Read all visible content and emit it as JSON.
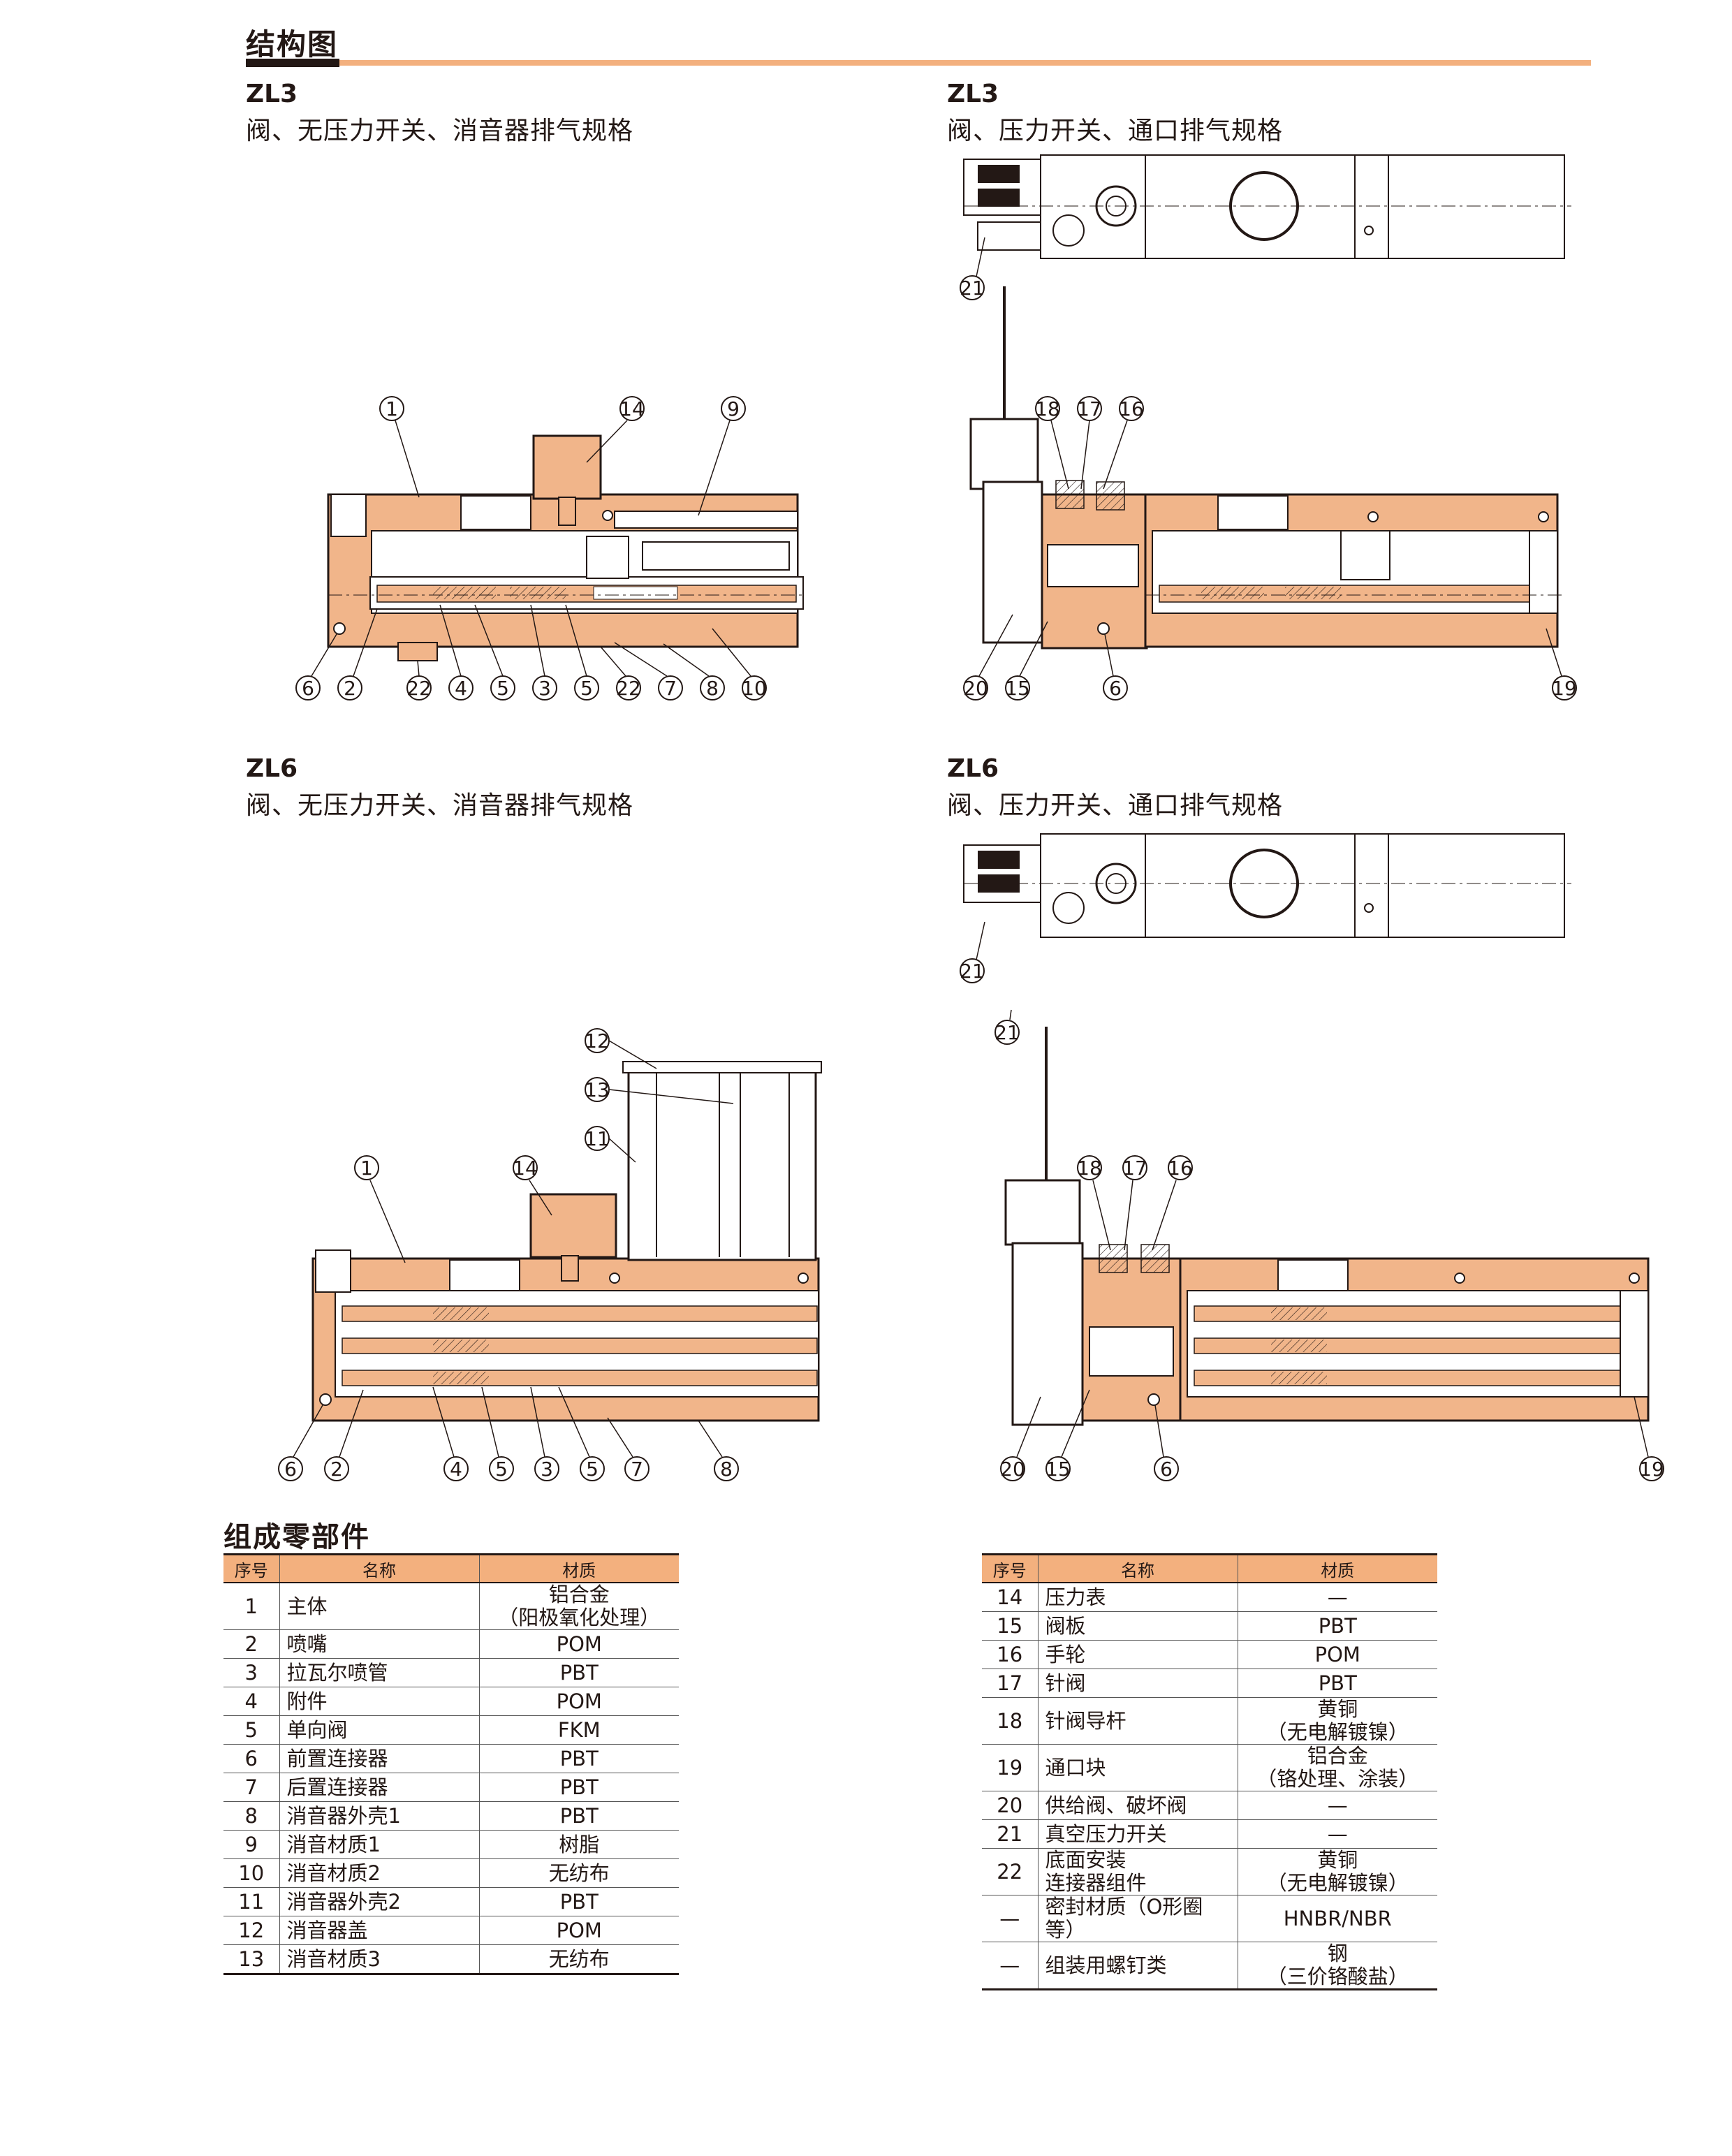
{
  "header": {
    "title": "结构图"
  },
  "diagrams": [
    {
      "model": "ZL3",
      "subtitle": "阀、无压力开关、消音器排气规格"
    },
    {
      "model": "ZL3",
      "subtitle": "阀、压力开关、通口排气规格"
    },
    {
      "model": "ZL6",
      "subtitle": "阀、无压力开关、消音器排气规格"
    },
    {
      "model": "ZL6",
      "subtitle": "阀、压力开关、通口排气规格"
    }
  ],
  "callouts": {
    "d1": [
      "1",
      "14",
      "9",
      "6",
      "2",
      "22",
      "4",
      "5",
      "3",
      "5",
      "22",
      "7",
      "8",
      "10"
    ],
    "d2": [
      "21",
      "18",
      "17",
      "16",
      "20",
      "15",
      "6",
      "19"
    ],
    "d3": [
      "12",
      "13",
      "11",
      "1",
      "14",
      "6",
      "2",
      "4",
      "5",
      "3",
      "5",
      "7",
      "8"
    ],
    "d4": [
      "21",
      "21",
      "18",
      "17",
      "16",
      "20",
      "15",
      "6",
      "19"
    ]
  },
  "parts_section": {
    "title": "组成零部件",
    "headers": {
      "no": "序号",
      "name": "名称",
      "material": "材质"
    },
    "table_left": [
      {
        "no": "1",
        "name": "主体",
        "material": "铝合金",
        "material2": "（阳极氧化处理）"
      },
      {
        "no": "2",
        "name": "喷嘴",
        "material": "POM"
      },
      {
        "no": "3",
        "name": "拉瓦尔喷管",
        "material": "PBT"
      },
      {
        "no": "4",
        "name": "附件",
        "material": "POM"
      },
      {
        "no": "5",
        "name": "单向阀",
        "material": "FKM"
      },
      {
        "no": "6",
        "name": "前置连接器",
        "material": "PBT"
      },
      {
        "no": "7",
        "name": "后置连接器",
        "material": "PBT"
      },
      {
        "no": "8",
        "name": "消音器外壳1",
        "material": "PBT"
      },
      {
        "no": "9",
        "name": "消音材质1",
        "material": "树脂"
      },
      {
        "no": "10",
        "name": "消音材质2",
        "material": "无纺布"
      },
      {
        "no": "11",
        "name": "消音器外壳2",
        "material": "PBT"
      },
      {
        "no": "12",
        "name": "消音器盖",
        "material": "POM"
      },
      {
        "no": "13",
        "name": "消音材质3",
        "material": "无纺布"
      }
    ],
    "table_right": [
      {
        "no": "14",
        "name": "压力表",
        "material": "—"
      },
      {
        "no": "15",
        "name": "阀板",
        "material": "PBT"
      },
      {
        "no": "16",
        "name": "手轮",
        "material": "POM"
      },
      {
        "no": "17",
        "name": "针阀",
        "material": "PBT"
      },
      {
        "no": "18",
        "name": "针阀导杆",
        "material": "黄铜",
        "material2": "（无电解镀镍）"
      },
      {
        "no": "19",
        "name": "通口块",
        "material": "铝合金",
        "material2": "（铬处理、涂装）"
      },
      {
        "no": "20",
        "name": "供给阀、破坏阀",
        "material": "—"
      },
      {
        "no": "21",
        "name": "真空压力开关",
        "material": "—"
      },
      {
        "no": "22",
        "name": "底面安装",
        "name2": "连接器组件",
        "material": "黄铜",
        "material2": "（无电解镀镍）"
      },
      {
        "no": "—",
        "name": "密封材质（O形圈等）",
        "material": "HNBR/NBR"
      },
      {
        "no": "—",
        "name": "组装用螺钉类",
        "material": "钢",
        "material2": "（三价铬酸盐）"
      }
    ]
  },
  "colors": {
    "accent": "#F3B07E",
    "body_fill": "#F1B58A",
    "line": "#231815"
  }
}
